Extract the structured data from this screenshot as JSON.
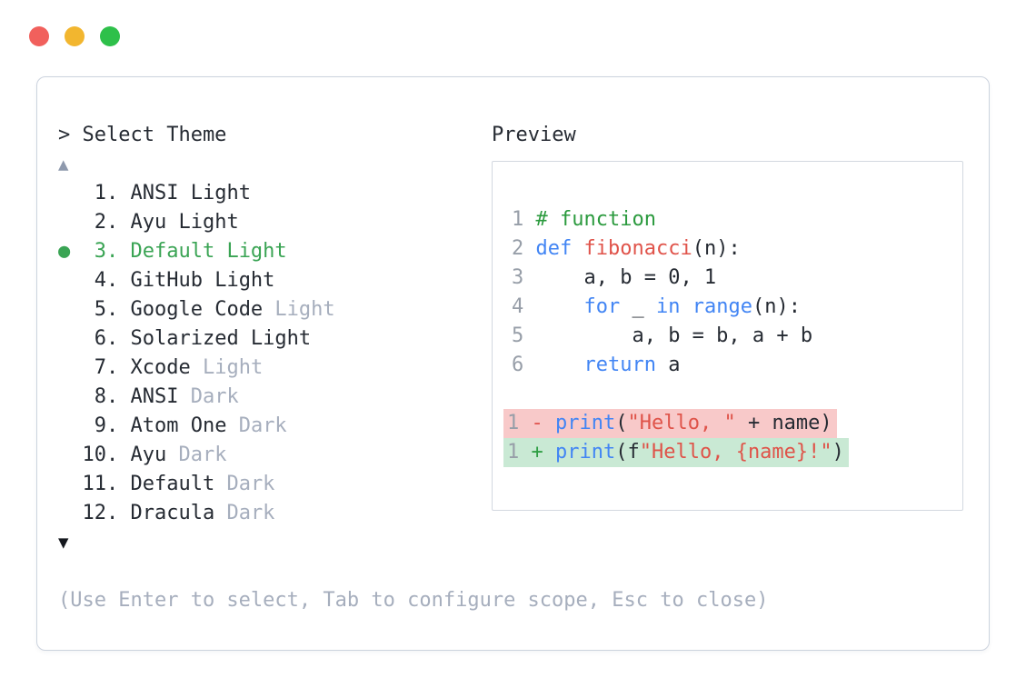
{
  "colors": {
    "text": "#262b33",
    "muted": "#a6aebd",
    "green": "#3aa454",
    "arrow-muted": "#8e99ad",
    "arrow-dark": "#15181e",
    "border": "#ccd3de",
    "box-border": "#d3d8e0",
    "kw": "#4285f4",
    "fn": "#e0534a",
    "str": "#df5349",
    "comment": "#2b9a3e",
    "linenum": "#979ea8",
    "del-bg": "#f8c9c9",
    "add-bg": "#c9e9d4",
    "del-op": "#e0524d",
    "add-op": "#2f9e44",
    "dot-close": "#f1605c",
    "dot-minimize": "#f2b62f",
    "dot-maximize": "#2ec04a"
  },
  "window": {
    "controls": [
      "close",
      "minimize",
      "maximize"
    ]
  },
  "selector": {
    "prompt": "> Select Theme",
    "scroll_up_icon": "▲",
    "scroll_down_icon": "▼",
    "selected_marker": "●",
    "items": [
      {
        "number": 1,
        "name": "ANSI Light",
        "suffix": "",
        "selected": false
      },
      {
        "number": 2,
        "name": "Ayu Light",
        "suffix": "",
        "selected": false
      },
      {
        "number": 3,
        "name": "Default Light",
        "suffix": "",
        "selected": true
      },
      {
        "number": 4,
        "name": "GitHub Light",
        "suffix": "",
        "selected": false
      },
      {
        "number": 5,
        "name": "Google Code",
        "suffix": "Light",
        "selected": false
      },
      {
        "number": 6,
        "name": "Solarized Light",
        "suffix": "",
        "selected": false
      },
      {
        "number": 7,
        "name": "Xcode",
        "suffix": "Light",
        "selected": false
      },
      {
        "number": 8,
        "name": "ANSI",
        "suffix": "Dark",
        "selected": false
      },
      {
        "number": 9,
        "name": "Atom One",
        "suffix": "Dark",
        "selected": false
      },
      {
        "number": 10,
        "name": "Ayu",
        "suffix": "Dark",
        "selected": false
      },
      {
        "number": 11,
        "name": "Default",
        "suffix": "Dark",
        "selected": false
      },
      {
        "number": 12,
        "name": "Dracula",
        "suffix": "Dark",
        "selected": false
      }
    ],
    "hint": "(Use Enter to select, Tab to configure scope, Esc to close)"
  },
  "preview": {
    "label": "Preview",
    "code_lines": [
      {
        "num": "1",
        "tokens": [
          {
            "t": "# function",
            "c": "comment"
          }
        ]
      },
      {
        "num": "2",
        "tokens": [
          {
            "t": "def",
            "c": "kw"
          },
          {
            "t": " ",
            "c": "plain"
          },
          {
            "t": "fibonacci",
            "c": "fn"
          },
          {
            "t": "(n):",
            "c": "plain"
          }
        ]
      },
      {
        "num": "3",
        "tokens": [
          {
            "t": "    a, b = 0, 1",
            "c": "plain"
          }
        ]
      },
      {
        "num": "4",
        "tokens": [
          {
            "t": "    ",
            "c": "plain"
          },
          {
            "t": "for",
            "c": "kw"
          },
          {
            "t": " _ ",
            "c": "plain"
          },
          {
            "t": "in",
            "c": "kw"
          },
          {
            "t": " ",
            "c": "plain"
          },
          {
            "t": "range",
            "c": "kw"
          },
          {
            "t": "(n):",
            "c": "plain"
          }
        ]
      },
      {
        "num": "5",
        "tokens": [
          {
            "t": "        a, b = b, a + b",
            "c": "plain"
          }
        ]
      },
      {
        "num": "6",
        "tokens": [
          {
            "t": "    ",
            "c": "plain"
          },
          {
            "t": "return",
            "c": "kw"
          },
          {
            "t": " a",
            "c": "plain"
          }
        ]
      },
      {
        "num": "",
        "tokens": []
      },
      {
        "num": "1",
        "hl": "del",
        "tokens": [
          {
            "t": "- ",
            "c": "del-op"
          },
          {
            "t": "print",
            "c": "kw"
          },
          {
            "t": "(",
            "c": "plain"
          },
          {
            "t": "\"Hello, \"",
            "c": "str"
          },
          {
            "t": " + name)",
            "c": "plain"
          }
        ]
      },
      {
        "num": "1",
        "hl": "add",
        "tokens": [
          {
            "t": "+ ",
            "c": "add-op"
          },
          {
            "t": "print",
            "c": "kw"
          },
          {
            "t": "(f",
            "c": "plain"
          },
          {
            "t": "\"Hello, {name}!\"",
            "c": "str"
          },
          {
            "t": ")",
            "c": "plain"
          }
        ]
      }
    ]
  }
}
